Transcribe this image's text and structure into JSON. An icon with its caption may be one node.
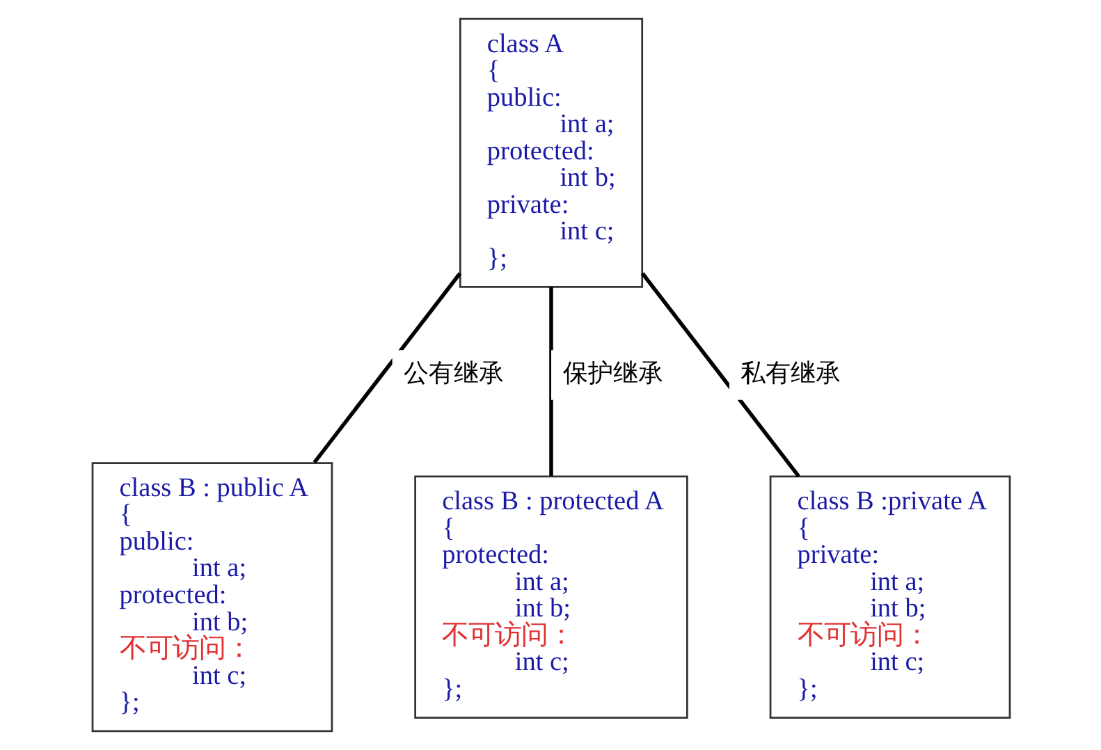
{
  "diagram": {
    "nodes": [
      {
        "text": [
          "class A",
          "{",
          "public:",
          "int a;",
          "protected:",
          "int b;",
          "private:",
          "int c;",
          "};"
        ]
      },
      {
        "text": [
          "class B : public A",
          "{",
          "public:",
          "int a;",
          "protected:",
          "int b;",
          "不可访问：",
          "int c;",
          "};"
        ]
      },
      {
        "text": [
          "class B : protected A",
          "{",
          "protected:",
          "int a;",
          "int b;",
          "不可访问：",
          "int c;",
          "};"
        ]
      },
      {
        "text": [
          "class B :private A",
          "{",
          "private:",
          "int a;",
          "int b;",
          "不可访问：",
          "int c;",
          "};"
        ]
      }
    ],
    "edges": [
      {
        "from": 0,
        "to": 1,
        "arrow": "none",
        "label": "公有继承"
      },
      {
        "from": 0,
        "to": 2,
        "arrow": "none",
        "label": "保护继承"
      },
      {
        "from": 0,
        "to": 3,
        "arrow": "none",
        "label": "私有继承"
      }
    ]
  }
}
